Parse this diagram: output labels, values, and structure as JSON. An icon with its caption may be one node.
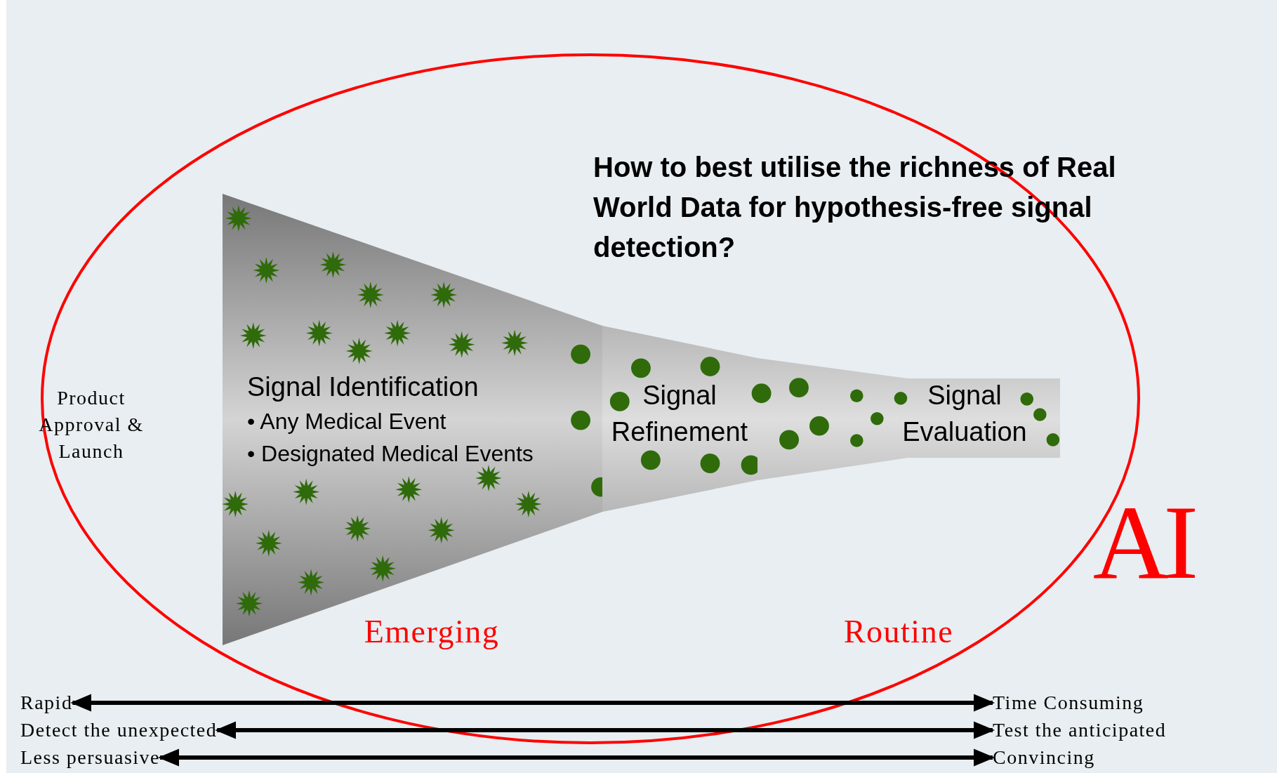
{
  "diagram": {
    "title": "How to best utilise the richness of Real World Data for hypothesis-free signal detection?",
    "nodes": [
      {
        "text": [
          "Signal Identification",
          "• Any Medical Event",
          "• Designated Medical Events"
        ]
      },
      {
        "text": [
          "Signal Refinement"
        ]
      },
      {
        "text": [
          "Signal Evaluation"
        ]
      },
      {
        "text": [
          "Rapid"
        ]
      },
      {
        "text": [
          "Time Consuming"
        ]
      },
      {
        "text": [
          "Detect the unexpected"
        ]
      },
      {
        "text": [
          "Test the anticipated"
        ]
      },
      {
        "text": [
          "Less persuasive"
        ]
      },
      {
        "text": [
          "Convincing"
        ]
      }
    ],
    "edges": [
      {
        "from": 3,
        "to": 4,
        "arrow": "both"
      },
      {
        "from": 5,
        "to": 6,
        "arrow": "both"
      },
      {
        "from": 7,
        "to": 8,
        "arrow": "both"
      }
    ],
    "labels": [
      "Product Approval & Launch",
      "Emerging",
      "Routine",
      "AI"
    ]
  }
}
